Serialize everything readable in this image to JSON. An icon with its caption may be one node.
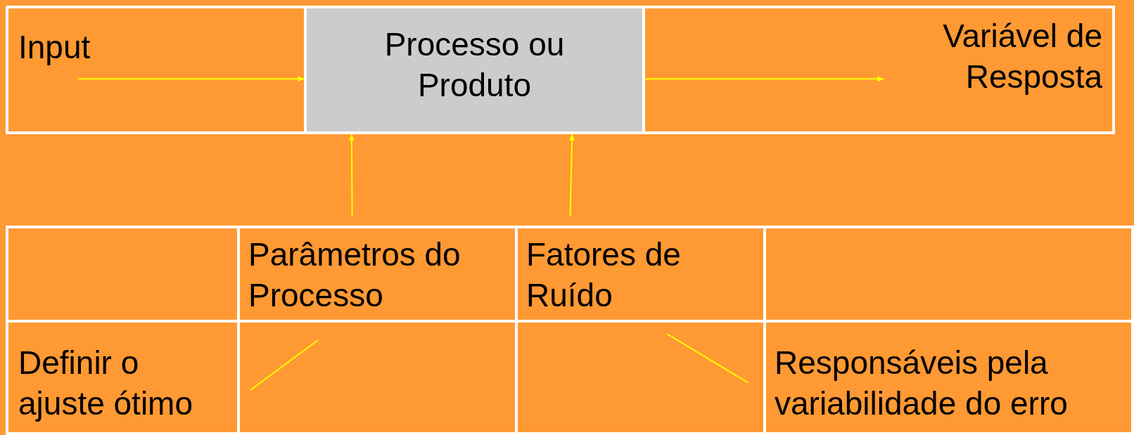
{
  "diagram": {
    "nodes": [
      {
        "text": [
          "Input"
        ]
      },
      {
        "text": [
          "Processo ou Produto"
        ]
      },
      {
        "text": [
          "Variável de Resposta"
        ]
      },
      {
        "text": [],
        "shape": "box"
      },
      {
        "text": [
          "Parâmetros do Processo"
        ]
      },
      {
        "text": [
          "Fatores de Ruído"
        ]
      },
      {
        "text": [],
        "shape": "box"
      },
      {
        "text": [
          "Definir o ajuste ótimo"
        ]
      },
      {
        "text": [],
        "shape": "box"
      },
      {
        "text": [],
        "shape": "box"
      },
      {
        "text": [
          "Responsáveis pela variabilidade do erro"
        ]
      }
    ],
    "edges": [
      {
        "from": 0,
        "to": 1,
        "arrow": "to"
      },
      {
        "from": 1,
        "to": 2,
        "arrow": "to"
      },
      {
        "from": 4,
        "to": 1,
        "arrow": "to"
      },
      {
        "from": 5,
        "to": 1,
        "arrow": "to"
      }
    ]
  }
}
